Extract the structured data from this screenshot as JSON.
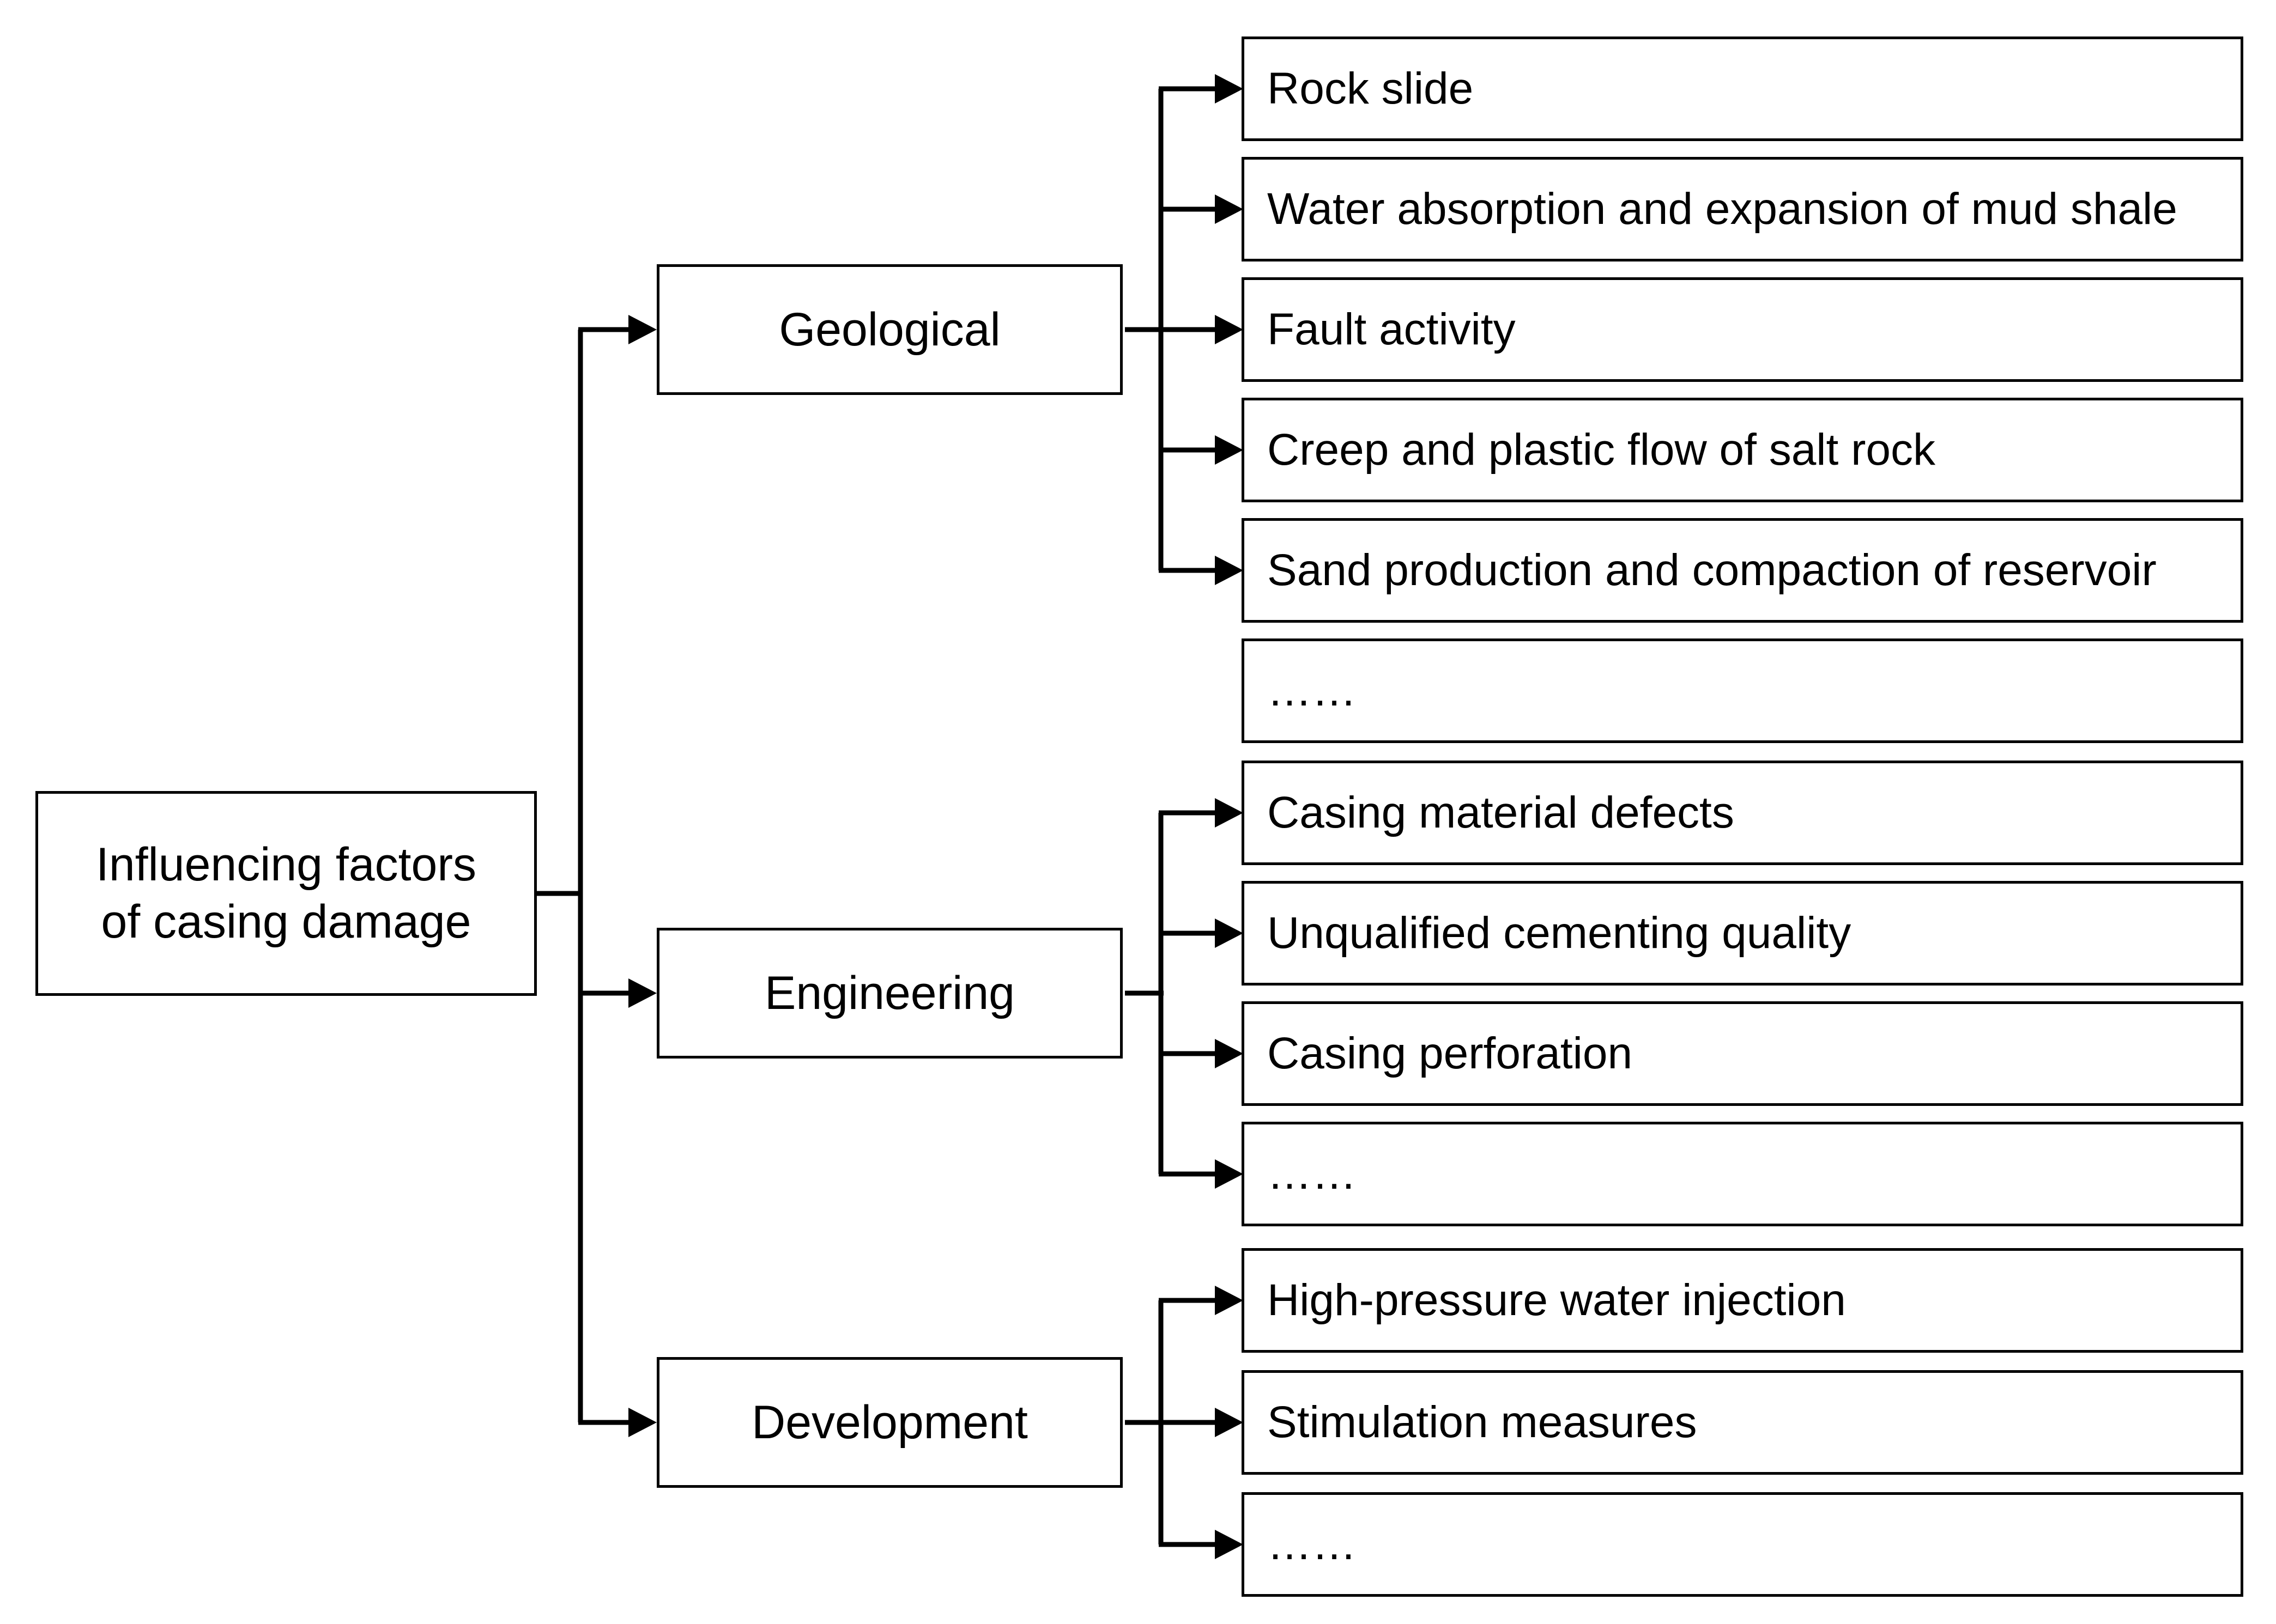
{
  "diagram": {
    "title": "Influencing factors of casing damage tree diagram",
    "colors": {
      "line": "#000000",
      "box_border": "#000000",
      "box_background": "#ffffff",
      "text": "#000000",
      "page_background": "#ffffff"
    },
    "root": {
      "label": "Influencing factors of casing damage",
      "label_lines": [
        "Influencing factors",
        "of casing damage"
      ]
    },
    "categories": [
      {
        "label": "Geological",
        "children": [
          {
            "label": "Rock slide",
            "arrow": true
          },
          {
            "label": "Water absorption and expansion of mud shale",
            "arrow": true
          },
          {
            "label": "Fault activity",
            "arrow": true
          },
          {
            "label": "Creep and plastic flow of salt rock",
            "arrow": true
          },
          {
            "label": "Sand production and compaction of reservoir",
            "arrow": true
          },
          {
            "label": "……",
            "arrow": false
          }
        ]
      },
      {
        "label": "Engineering",
        "children": [
          {
            "label": "Casing material defects",
            "arrow": true
          },
          {
            "label": "Unqualified cementing quality",
            "arrow": true
          },
          {
            "label": "Casing perforation",
            "arrow": true
          },
          {
            "label": "……",
            "arrow": true
          }
        ]
      },
      {
        "label": "Development",
        "children": [
          {
            "label": "High-pressure water injection",
            "arrow": true
          },
          {
            "label": "Stimulation measures",
            "arrow": true
          },
          {
            "label": "……",
            "arrow": true
          }
        ]
      }
    ]
  }
}
